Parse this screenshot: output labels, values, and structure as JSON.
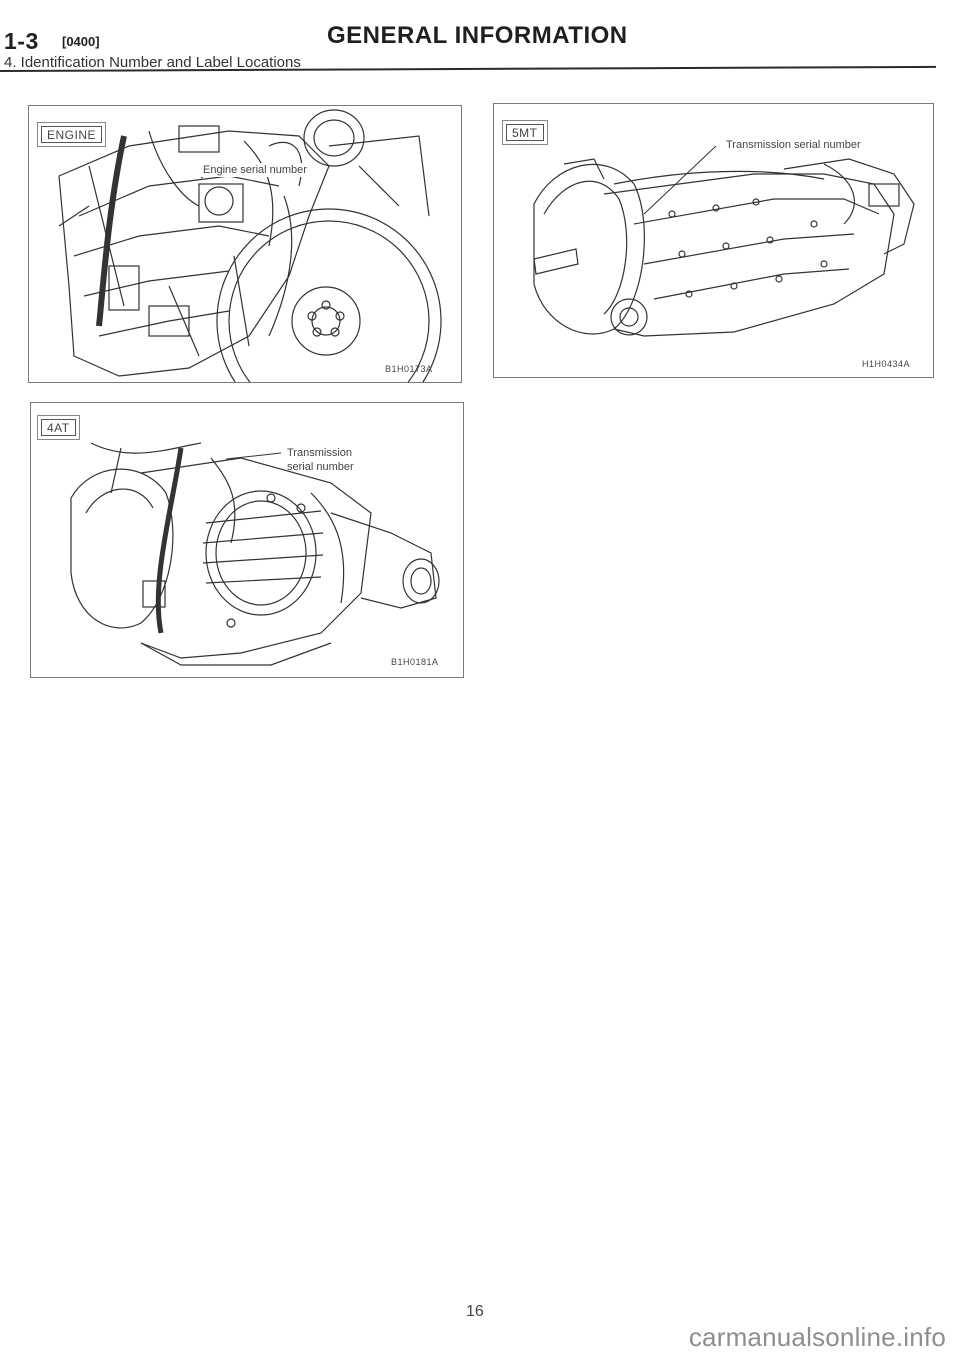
{
  "header": {
    "section_number": "1-3",
    "section_code": "[0400]",
    "section_title": "GENERAL INFORMATION",
    "subtitle": "4. Identification Number and Label Locations"
  },
  "figures": [
    {
      "tag": "ENGINE",
      "callout": "Engine serial number",
      "code": "B1H0173A"
    },
    {
      "tag": "5MT",
      "callout": "Transmission serial number",
      "code": "H1H0434A"
    },
    {
      "tag": "4AT",
      "callout": "Transmission serial number",
      "code": "B1H0181A"
    }
  ],
  "footer": {
    "page_number": "16",
    "watermark": "carmanualsonline.info"
  }
}
